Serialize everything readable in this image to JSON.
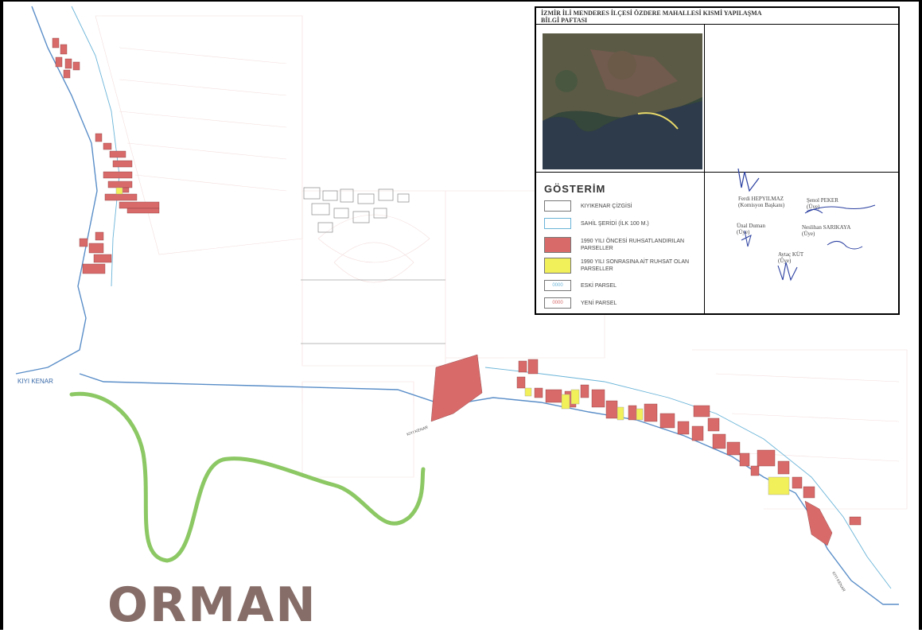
{
  "panel": {
    "title_line1": "İZMİR İLİ MENDERES İLÇESİ ÖZDERE MAHALLESİ KISMİ YAPILAŞMA",
    "title_line2": "BİLGİ PAFTASI"
  },
  "legend": {
    "title": "GÖSTERİM",
    "items": [
      {
        "label": "KIYIKENAR ÇİZGİSİ",
        "swatch_text": "",
        "color": "#ffffff"
      },
      {
        "label": "SAHİL ŞERİDİ (İLK 100 M.)",
        "swatch_text": "",
        "color": "#ffffff"
      },
      {
        "label": "1990 YILI ÖNCESİ RUHSATLANDIRILAN PARSELLER",
        "swatch_text": "",
        "color": "#d86a6a"
      },
      {
        "label": "1990 YILI SONRASINA AİT RUHSAT OLAN PARSELLER",
        "swatch_text": "",
        "color": "#f2f05a"
      },
      {
        "label": "ESKİ PARSEL",
        "swatch_text": "0000",
        "color": "#ffffff"
      },
      {
        "label": "YENİ PARSEL",
        "swatch_text": "0000",
        "color": "#ffffff"
      }
    ]
  },
  "signatures": [
    {
      "name": "Ferdi HEPYILMAZ",
      "role": "(Komisyon Başkanı)"
    },
    {
      "name": "Şenol PEKER",
      "role": "(Üye)"
    },
    {
      "name": "Ünal Duman",
      "role": "(Üye)"
    },
    {
      "name": "Neslihan SARIKAYA",
      "role": "(Üye)"
    },
    {
      "name": "Aytaç KÜT",
      "role": "(Üye)"
    }
  ],
  "map": {
    "label_kiyi_kenar_left": "KIYI KENAR",
    "label_kiyi_kenar_mid": "KIYI KENAR",
    "label_kiyi_kenar_right": "KIYI KENAR",
    "forest_label": "ORMAN"
  },
  "colors": {
    "pre1990": "#d86a6a",
    "post1990": "#f2f05a",
    "forest": "#8cc864",
    "coast": "#5a8ec8",
    "water_line": "#6ab4d8"
  }
}
